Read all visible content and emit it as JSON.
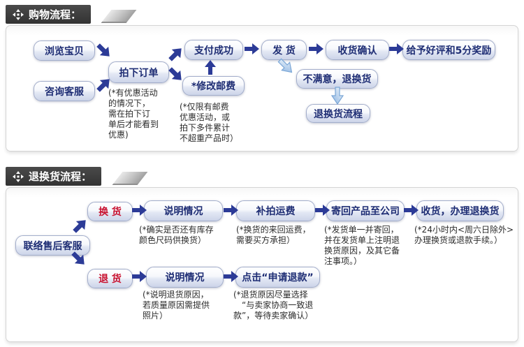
{
  "colors": {
    "header_bg": "#3a3a3a",
    "navy_arrow": "#2c3b97",
    "light_arrow_fill_start": "#f2f8fd",
    "light_arrow_fill_end": "#8ab2e0",
    "light_arrow_border": "#7aa6d6",
    "box_text": "#1e2d74",
    "red_text": "#c8102e"
  },
  "shopping": {
    "header": "购物流程：",
    "nodes": {
      "browse": "浏览宝贝",
      "consult": "咨询客服",
      "order": "拍下订单",
      "pay": "支付成功",
      "postage": "*修改邮费",
      "ship": "发 货",
      "confirm": "收货确认",
      "praise": "给予好评和5分奖励",
      "unsatisfied": "不满意，退换货",
      "return_flow": "退换货流程"
    },
    "notes": {
      "order": "(*有优惠活动\n的情况下，\n需在拍下订\n单后才能看到\n优惠)",
      "postage": "(*仅限有邮费\n优惠活动，或\n拍下多件累计\n不超重产品时）"
    }
  },
  "returns": {
    "header": "退换货流程：",
    "nodes": {
      "contact": "联络售后客服",
      "exchange": "换 货",
      "return": "退 货",
      "explain_exchange": "说明情况",
      "freight": "补拍运费",
      "send_back": "寄回产品至公司",
      "receive": "收货，办理退换货",
      "explain_return": "说明情况",
      "refund": "点击“申请退款”"
    },
    "notes": {
      "explain_exchange": "(*确实是否还有库存\n颜色尺码供换货）",
      "freight": "(*换货的来回运费，\n需要买方承担）",
      "send_back": "(*发货单一并寄回，\n并在发货单上注明退\n换货原因，及其它备\n注事项。）",
      "receive": "(*24小时内<周六日除外>\n办理换货或退款手续。）",
      "explain_return": "(*说明退货原因，\n若质量原因需提供\n照片）",
      "refund": "(*退货原因尽量选择\n　“与卖家协商一致退\n款”，等待卖家确认）"
    }
  }
}
